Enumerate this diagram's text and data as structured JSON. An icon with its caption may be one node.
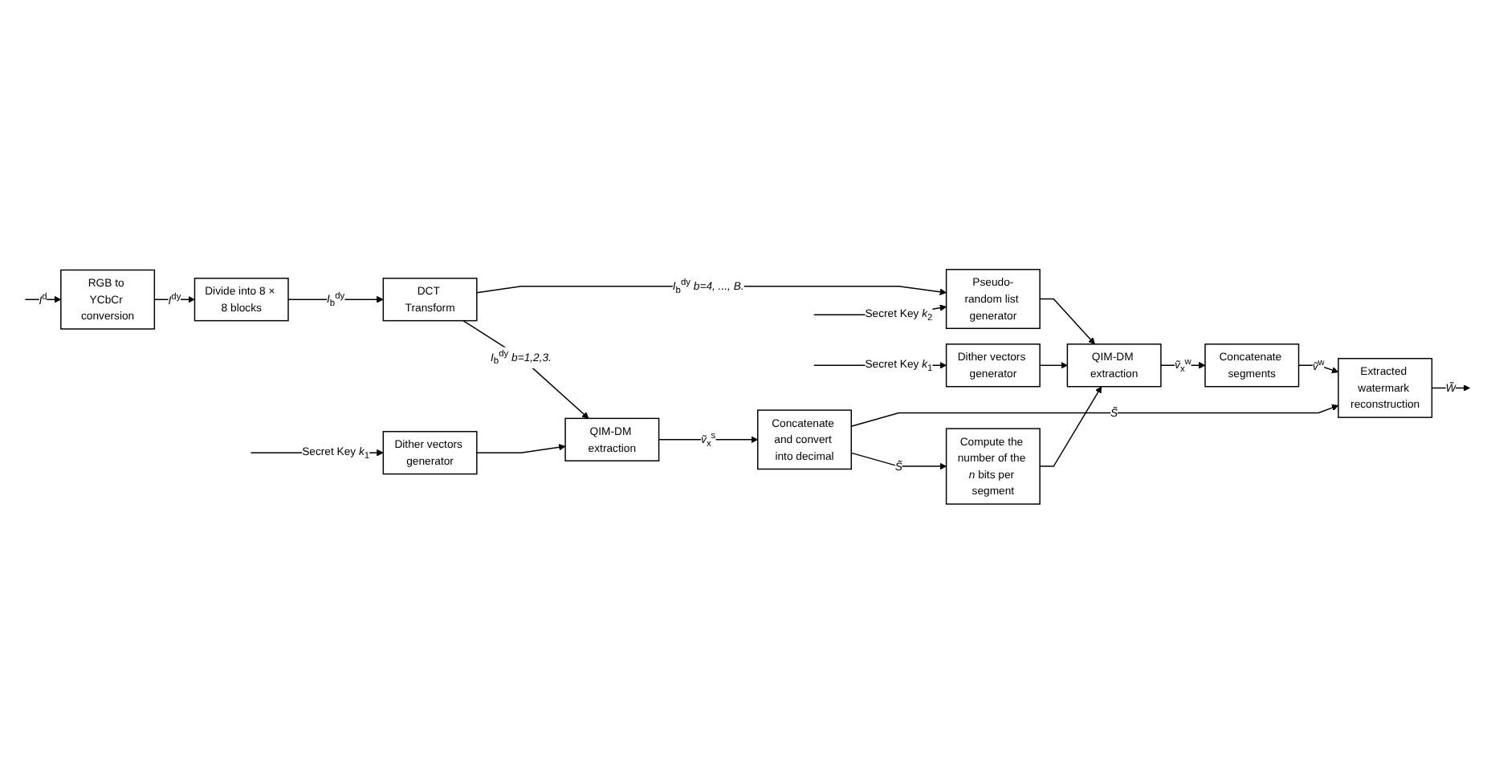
{
  "diagram": {
    "nodes": [
      {
        "text": [
          "RGB to YCbCr conversion"
        ]
      },
      {
        "text": [
          "Divide into 8 × 8 blocks"
        ]
      },
      {
        "text": [
          "DCT Transform"
        ]
      },
      {
        "text": [
          "Dither vectors generator"
        ]
      },
      {
        "text": [
          "QIM-DM extraction"
        ]
      },
      {
        "text": [
          "Concatenate and convert into decimal"
        ]
      },
      {
        "text": [
          "Compute the number of the *n* bits per segment"
        ]
      },
      {
        "text": [
          "Pseudo-random list generator"
        ]
      },
      {
        "text": [
          "QIM-DM extraction"
        ]
      },
      {
        "text": [
          "Concatenate segments"
        ]
      },
      {
        "text": [
          "Extracted watermark reconstruction"
        ]
      },
      {
        "text": [
          "Dither vectors generator"
        ]
      }
    ],
    "edges": [
      {
        "from": null,
        "to": 0,
        "arrow": "to",
        "label": "*I*$^{d}$"
      },
      {
        "from": 0,
        "to": 1,
        "arrow": "to",
        "label": "*I*$^{dy}$"
      },
      {
        "from": 1,
        "to": 2,
        "arrow": "to",
        "label": "*I*$_{b}$$^{dy}$"
      },
      {
        "from": 2,
        "to": 4,
        "arrow": "to",
        "label": "*I*$_{b}$$^{dy}$ *b=1,2,3.*"
      },
      {
        "from": null,
        "to": 3,
        "arrow": "to",
        "label": "Secret Key *k*$_{1}$"
      },
      {
        "from": 3,
        "to": 4,
        "arrow": "to"
      },
      {
        "from": 4,
        "to": 5,
        "arrow": "to",
        "label": "*ṽ*$_{x}$$^{s}$"
      },
      {
        "from": 5,
        "to": 6,
        "arrow": "to",
        "label": "*S̃*"
      },
      {
        "from": 5,
        "to": 10,
        "arrow": "to",
        "label": "*S̃*"
      },
      {
        "from": 2,
        "to": 7,
        "arrow": "to",
        "label": "*I*$_{b}$$^{dy}$ *b=4, ..., B.*"
      },
      {
        "from": null,
        "to": 7,
        "arrow": "to",
        "label": "Secret Key *k*$_{2}$"
      },
      {
        "from": 7,
        "to": 8,
        "arrow": "to"
      },
      {
        "from": 6,
        "to": 8,
        "arrow": "to"
      },
      {
        "from": 8,
        "to": 9,
        "arrow": "to",
        "label": "*ṽ*$_{x}$$^{w}$"
      },
      {
        "from": 9,
        "to": 10,
        "arrow": "to",
        "label": "*ṽ*$^{w}$"
      },
      {
        "from": 10,
        "to": null,
        "arrow": "to",
        "label": "*W̃*"
      },
      {
        "from": null,
        "to": 11,
        "arrow": "to",
        "label": "Secret Key *k*$_{1}$"
      },
      {
        "from": 11,
        "to": 8,
        "arrow": "to"
      }
    ]
  }
}
